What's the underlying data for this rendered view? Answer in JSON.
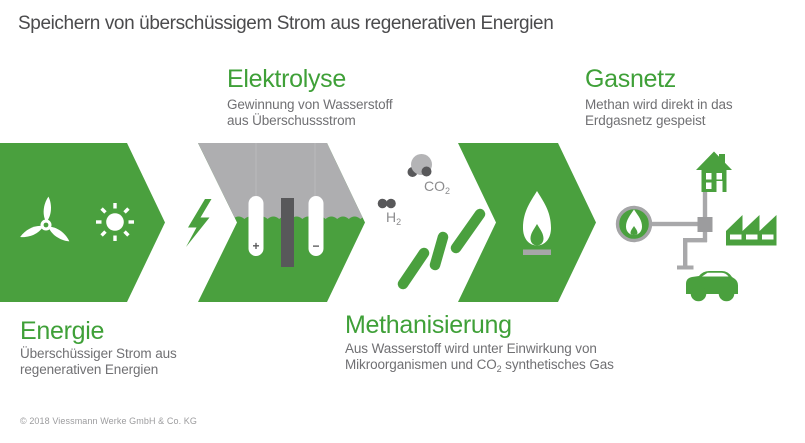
{
  "palette": {
    "shape_green": "#4aa03e",
    "heading_green": "#3fa038",
    "air_gray": "#aeaeb0",
    "dark_gray": "#58585a",
    "pipe_gray": "#a8a8aa",
    "molecule_light_gray": "#b4b4b6",
    "title_gray": "#4b4b4d",
    "subtitle_gray": "#707073",
    "background": "#ffffff"
  },
  "header": {
    "title": "Speichern von überschüssigem Strom aus regenerativen Energien"
  },
  "stages": {
    "energie": {
      "heading": "Energie",
      "desc1": "Überschüssiger Strom aus",
      "desc2": "regenerativen Energien"
    },
    "elektrolyse": {
      "heading": "Elektrolyse",
      "desc1": "Gewinnung von Wasserstoff",
      "desc2": "aus Überschussstrom"
    },
    "methanisierung": {
      "heading": "Methanisierung",
      "desc1": "Aus Wasserstoff wird unter Einwirkung von",
      "desc2_pre": "Mikroorganismen und CO",
      "desc2_sub": "2",
      "desc2_post": " synthetisches Gas"
    },
    "gasnetz": {
      "heading": "Gasnetz",
      "desc1": "Methan wird direkt in das",
      "desc2": "Erdgasnetz gespeist"
    }
  },
  "diagram_labels": {
    "h2": {
      "main": "H",
      "sub": "2"
    },
    "co2": {
      "main": "CO",
      "sub": "2"
    },
    "electrode_plus": "+",
    "electrode_minus": "−"
  },
  "icons": {
    "wind-turbine-icon": "three-blade white rotor",
    "sun-icon": "white sun disc with 8 rays",
    "lightning-icon": "green lightning bolt",
    "electrolysis-vessel": "green/gray chevron with two electrodes and membrane",
    "h2-molecule-icon": "two dark hydrogen atoms",
    "co2-molecule-icon": "one light carbon atom with two dark oxygen atoms",
    "microorganisms-icon": "three green rod bacteria",
    "flame-icon": "white gas flame on burner",
    "gas-flame-badge": "gray-ringed green circle with white flame",
    "house-icon": "green house with windows and door",
    "factory-icon": "green factory with sawtooth roof",
    "car-icon": "green car with white windows",
    "pipe-network": "gray gas pipes with junction and end cap"
  },
  "footer": {
    "copyright": "© 2018 Viessmann Werke GmbH & Co. KG"
  }
}
